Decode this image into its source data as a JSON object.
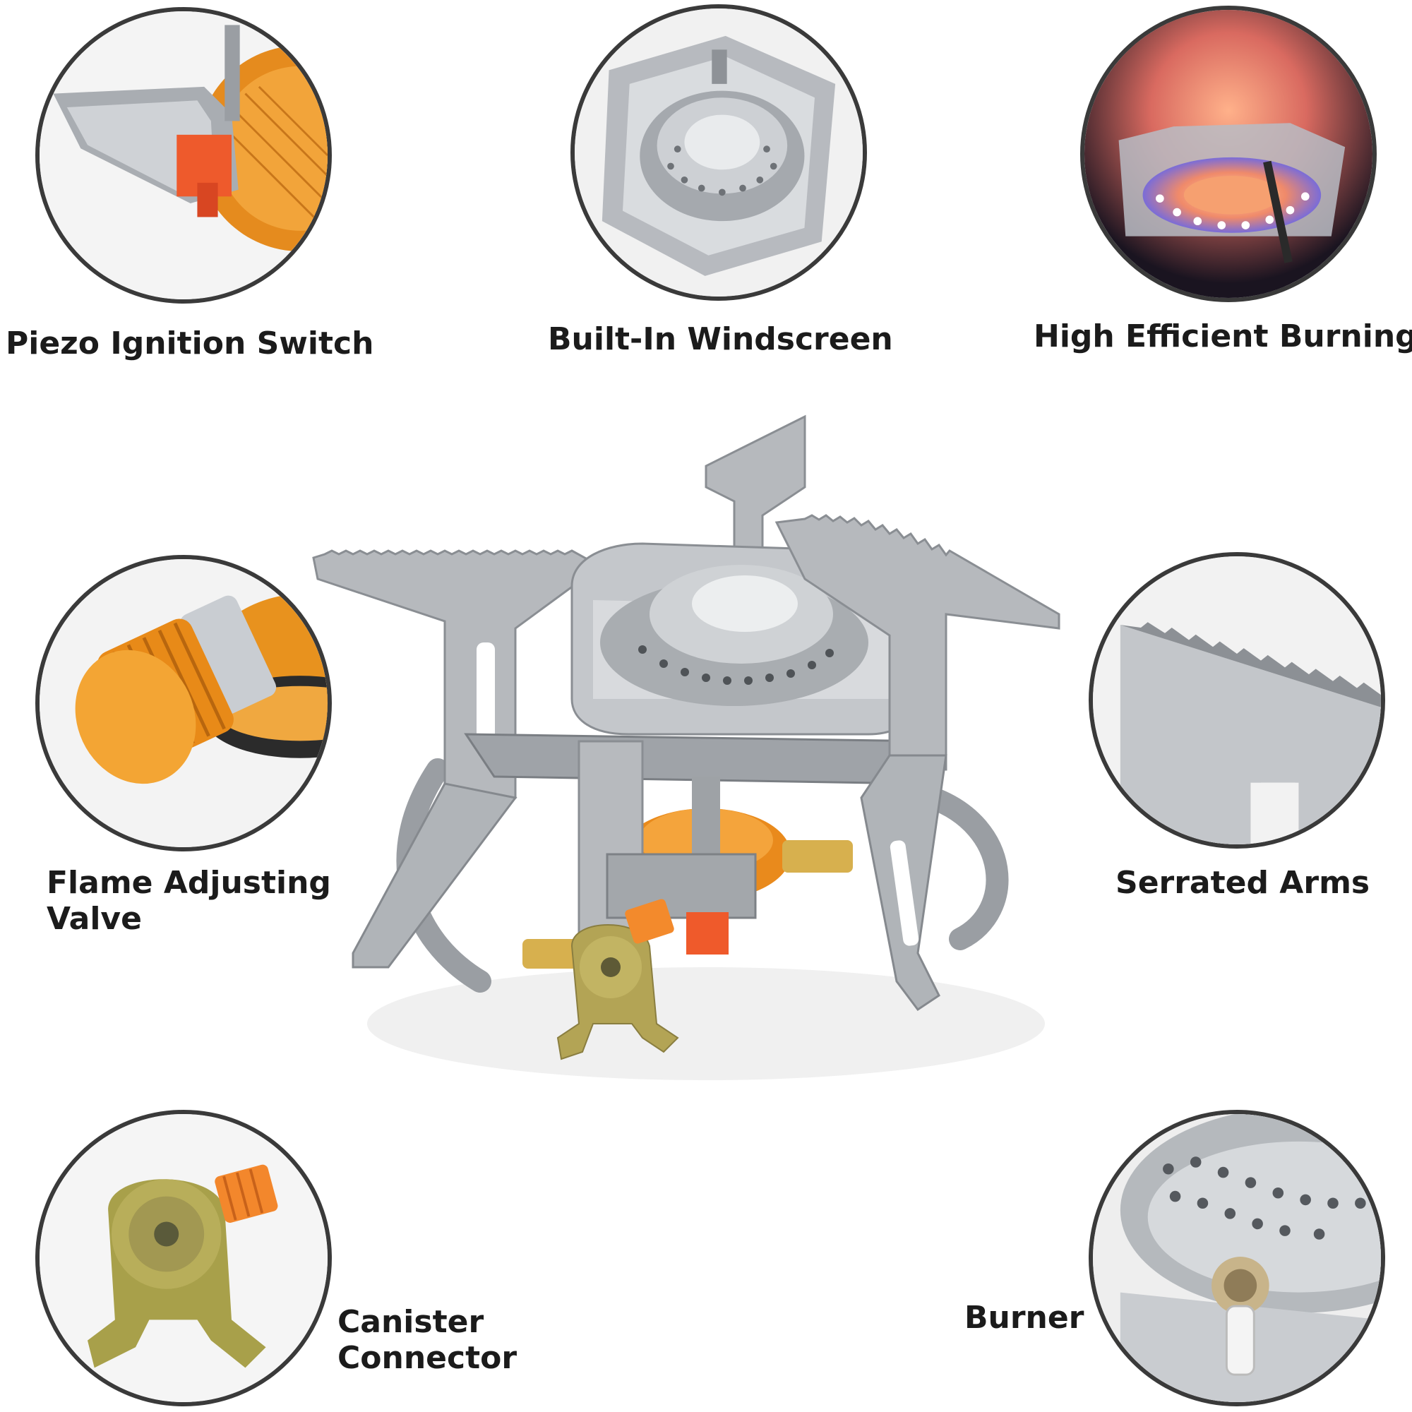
{
  "features": {
    "piezo": {
      "label": "Piezo Ignition Switch"
    },
    "windscreen": {
      "label": "Built-In Windscreen"
    },
    "burning": {
      "label": "High Efficient Burning"
    },
    "valve": {
      "line1": "Flame Adjusting",
      "line2": "Valve"
    },
    "arms": {
      "label": "Serrated Arms"
    },
    "connector": {
      "line1": "Canister",
      "line2": "Connector"
    },
    "burner": {
      "label": "Burner"
    }
  },
  "colors": {
    "ring": "#3a3a3a",
    "steel": "#b9bcc0",
    "steel_dark": "#7d8186",
    "orange": "#f08a1c",
    "igniter_red": "#f0532a",
    "brass": "#c9a24a",
    "label_text": "#1b1b1b"
  }
}
